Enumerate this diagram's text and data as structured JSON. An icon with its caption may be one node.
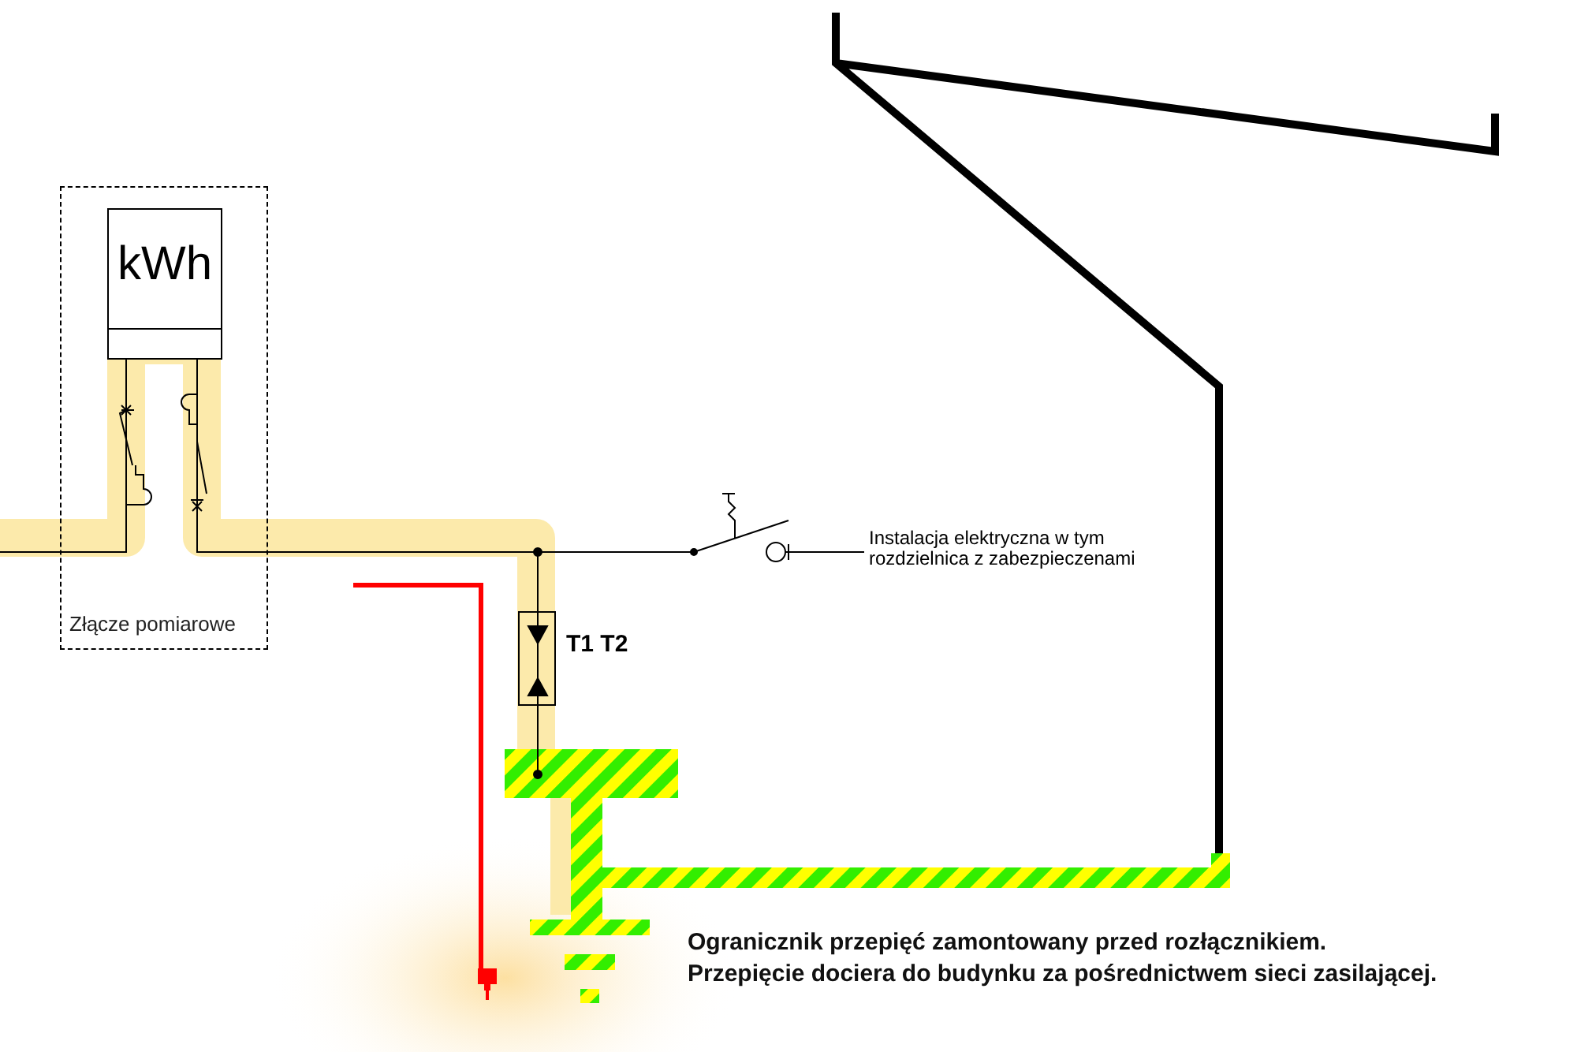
{
  "diagram": {
    "nodes": [
      {
        "text": [
          "Złącze pomiarowe"
        ]
      },
      {
        "text": [
          "kWh"
        ],
        "in": 0
      }
    ],
    "labels": [
      "Instalacja elektryczna w tym rozdzielnica z zabezpieczenami",
      "T1 T2",
      "Ogranicznik przepięć zamontowany przed rozłącznikiem.",
      "Przepięcie dociera do budynku za pośrednictwem sieci zasilającej."
    ]
  }
}
